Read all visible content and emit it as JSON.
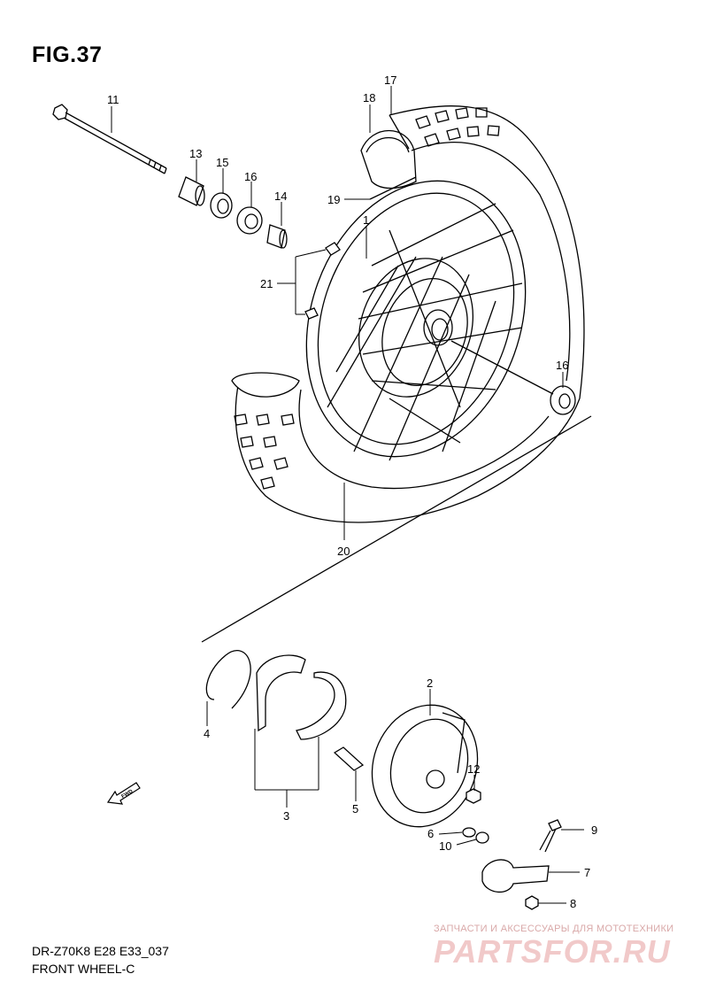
{
  "figure": {
    "title": "FIG.37",
    "model_code": "DR-Z70K8 E28 E33_037",
    "caption": "FRONT WHEEL-C",
    "direction_label": "FWD",
    "callouts": [
      "1",
      "2",
      "3",
      "4",
      "5",
      "6",
      "7",
      "8",
      "9",
      "10",
      "11",
      "12",
      "13",
      "14",
      "15",
      "16",
      "16",
      "17",
      "18",
      "19",
      "20",
      "21"
    ]
  },
  "watermark": {
    "tagline": "ЗАПЧАСТИ И АКСЕССУАРЫ ДЛЯ МОТОТЕХНИКИ",
    "logo": "PARTSFOR.RU"
  },
  "colors": {
    "line": "#000000",
    "watermark": "#f1c9c9",
    "background": "#ffffff"
  }
}
